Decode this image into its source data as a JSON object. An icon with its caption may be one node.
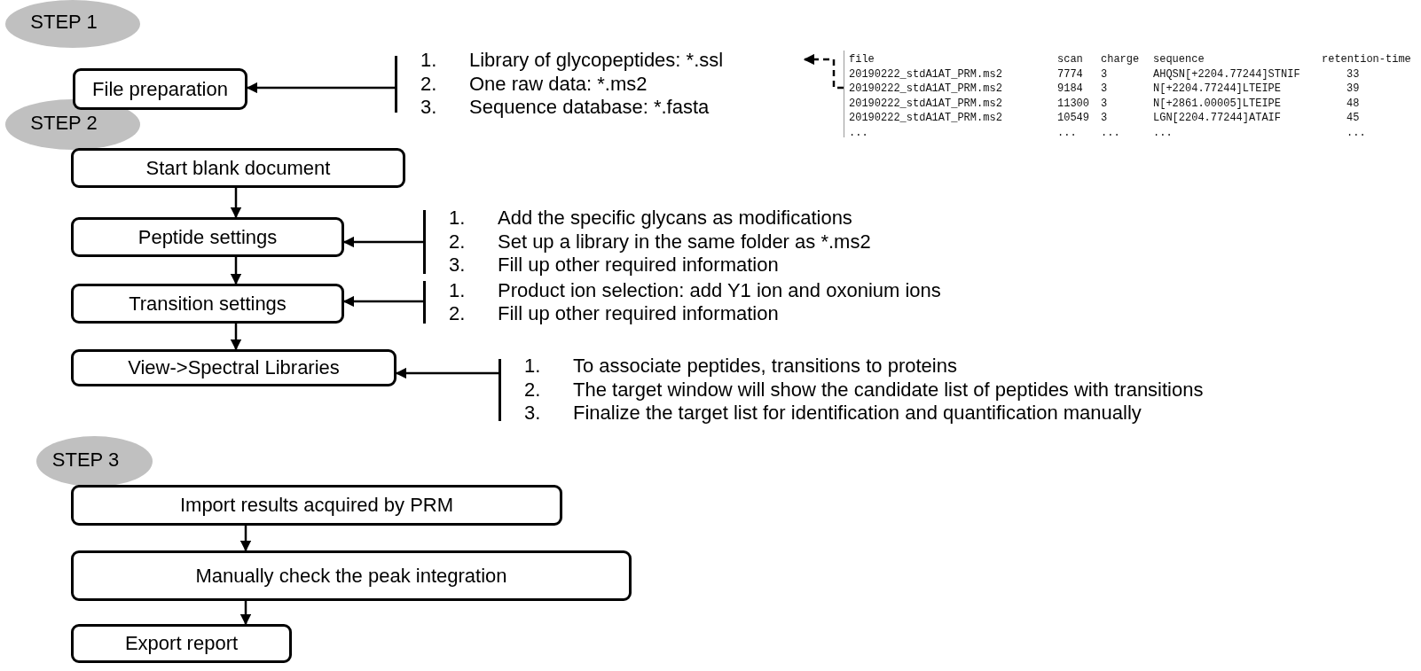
{
  "diagram": {
    "nodes": [
      {
        "text": [
          "STEP 1"
        ]
      },
      {
        "text": [
          "File preparation"
        ]
      },
      {
        "text": [
          "1.",
          "Library of glycopeptides: *.ssl",
          "2.",
          "One raw data: *.ms2",
          "3.",
          "Sequence database: *.fasta"
        ]
      },
      {
        "text": [
          "file",
          "scan",
          "charge",
          "sequence",
          "retention-time",
          "20190222_stdA1AT_PRM.ms2",
          "7774",
          "3",
          "AHQSN[+2204.77244]STNIF",
          "33",
          "20190222_stdA1AT_PRM.ms2",
          "9184",
          "3",
          "N[+2204.77244]LTEIPE",
          "39",
          "20190222_stdA1AT_PRM.ms2",
          "11300",
          "3",
          "N[+2861.00005]LTEIPE",
          "48",
          "20190222_stdA1AT_PRM.ms2",
          "10549",
          "3",
          "LGN[2204.77244]ATAIF",
          "45",
          "...",
          "...",
          "...",
          "...",
          "..."
        ]
      },
      {
        "text": [
          "STEP 2"
        ]
      },
      {
        "text": [
          "Start blank document"
        ]
      },
      {
        "text": [
          "Peptide settings"
        ]
      },
      {
        "text": [
          "1.",
          "Add the specific glycans as modifications",
          "2.",
          "Set up a library in the same folder as *.ms2",
          "3.",
          "Fill up other required information"
        ]
      },
      {
        "text": [
          "Transition settings"
        ]
      },
      {
        "text": [
          "1.",
          "Product ion selection: add Y1 ion and oxonium ions",
          "2.",
          "Fill up other required information"
        ]
      },
      {
        "text": [
          "View->Spectral Libraries"
        ]
      },
      {
        "text": [
          "1.",
          "To associate peptides, transitions to proteins",
          "2.",
          "The target window will show the candidate list of peptides with transitions",
          "3.",
          "Finalize the target list for identification and quantification manually"
        ]
      },
      {
        "text": [
          "STEP 3"
        ]
      },
      {
        "text": [
          "Import results acquired by PRM"
        ]
      },
      {
        "text": [
          "Manually check the peak integration"
        ]
      },
      {
        "text": [
          "Export report"
        ]
      }
    ],
    "edges": [
      {
        "from": 2,
        "to": 1,
        "arrow": "to"
      },
      {
        "from": 3,
        "to": 2,
        "arrow": "to",
        "style": "dashed"
      },
      {
        "from": 5,
        "to": 6,
        "arrow": "to"
      },
      {
        "from": 7,
        "to": 6,
        "arrow": "to"
      },
      {
        "from": 6,
        "to": 8,
        "arrow": "to"
      },
      {
        "from": 9,
        "to": 8,
        "arrow": "to"
      },
      {
        "from": 8,
        "to": 10,
        "arrow": "to"
      },
      {
        "from": 11,
        "to": 10,
        "arrow": "to"
      },
      {
        "from": 13,
        "to": 14,
        "arrow": "to"
      },
      {
        "from": 14,
        "to": 15,
        "arrow": "to"
      }
    ]
  }
}
